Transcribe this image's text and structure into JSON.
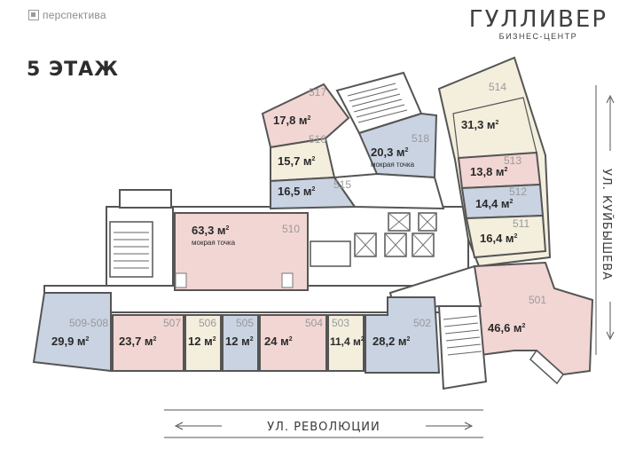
{
  "header": {
    "logo_text": "перспектива",
    "brand_name": "ГУЛЛИВЕР",
    "brand_subtitle": "БИЗНЕС-ЦЕНТР",
    "floor_title": "5 ЭТАЖ"
  },
  "colors": {
    "pink": "#f2d6d3",
    "beige": "#f4eedd",
    "blue": "#c9d3e2",
    "wall": "#555555"
  },
  "rooms": [
    {
      "id": "517",
      "area": "17,8 м",
      "note": ""
    },
    {
      "id": "516",
      "area": "15,7 м",
      "note": ""
    },
    {
      "id": "515",
      "area": "16,5 м",
      "note": ""
    },
    {
      "id": "518",
      "area": "20,3 м",
      "note": "мокрая точка"
    },
    {
      "id": "514",
      "area": "31,3 м",
      "note": ""
    },
    {
      "id": "513",
      "area": "13,8 м",
      "note": ""
    },
    {
      "id": "512",
      "area": "14,4 м",
      "note": ""
    },
    {
      "id": "511",
      "area": "16,4 м",
      "note": ""
    },
    {
      "id": "510",
      "area": "63,3 м",
      "note": "мокрая точка"
    },
    {
      "id": "509-508",
      "area": "29,9 м",
      "note": ""
    },
    {
      "id": "507",
      "area": "23,7 м",
      "note": ""
    },
    {
      "id": "506",
      "area": "12 м",
      "note": ""
    },
    {
      "id": "505",
      "area": "12 м",
      "note": ""
    },
    {
      "id": "504",
      "area": "24 м",
      "note": ""
    },
    {
      "id": "503",
      "area": "11,4 м",
      "note": ""
    },
    {
      "id": "502",
      "area": "28,2 м",
      "note": ""
    },
    {
      "id": "501",
      "area": "46,6 м",
      "note": ""
    }
  ],
  "unit_superscript": "2",
  "streets": {
    "right": "УЛ. КУЙБЫШЕВА",
    "bottom": "УЛ. РЕВОЛЮЦИИ"
  }
}
